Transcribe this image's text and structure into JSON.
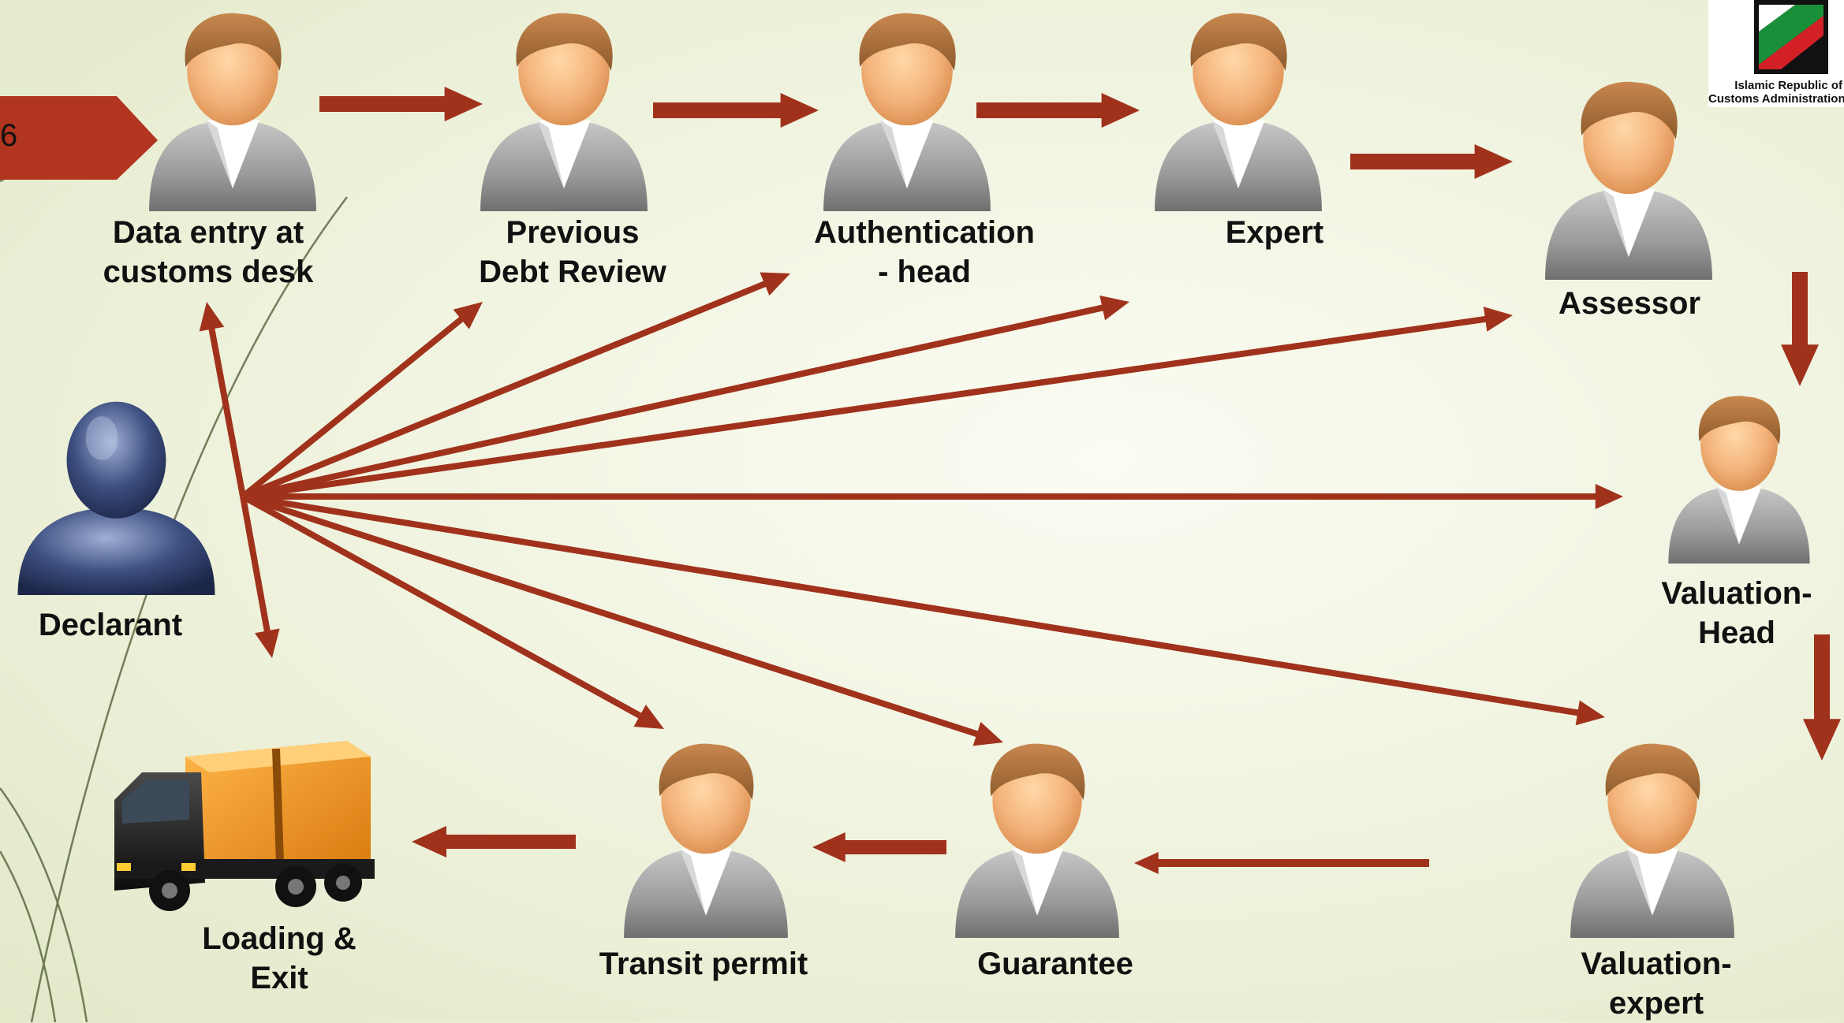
{
  "slide_number": "6",
  "logo": {
    "line1": "Islamic Republic of",
    "line2": "Customs Administration"
  },
  "colors": {
    "arrow": "#a0321c",
    "tab": "#b2351f",
    "background": "#eef2dc"
  },
  "nodes": {
    "data_entry": "Data entry at\ncustoms desk",
    "previous_debt": "Previous\nDebt Review",
    "authentication": "Authentication\n- head",
    "expert": "Expert",
    "assessor": "Assessor",
    "valuation_head": "Valuation-\nHead",
    "valuation_expert": "Valuation-\nexpert",
    "guarantee": "Guarantee",
    "transit_permit": "Transit permit",
    "loading_exit": "Loading &\nExit",
    "declarant": "Declarant"
  },
  "icons": {
    "officer": "user-icon",
    "declarant": "declarant-user-icon",
    "vehicle": "truck-icon"
  }
}
